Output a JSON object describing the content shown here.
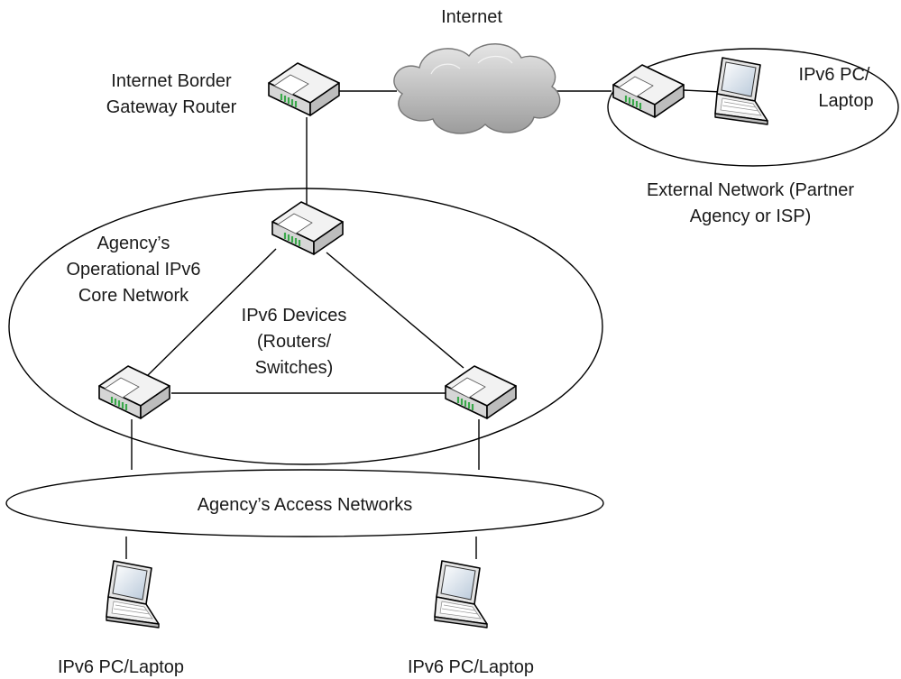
{
  "labels": {
    "internet": "Internet",
    "border_router_1": "Internet Border",
    "border_router_2": "Gateway Router",
    "external_pc_1": "IPv6 PC/",
    "external_pc_2": "Laptop",
    "external_network_1": "External Network (Partner",
    "external_network_2": "Agency or ISP)",
    "core_network_1": "Agency’s",
    "core_network_2": "Operational IPv6",
    "core_network_3": "Core Network",
    "devices_1": "IPv6 Devices",
    "devices_2": "(Routers/",
    "devices_3": "Switches)",
    "access_networks": "Agency’s Access Networks",
    "pc_left": "IPv6 PC/Laptop",
    "pc_right": "IPv6 PC/Laptop"
  },
  "icons": {
    "router": "router-icon",
    "laptop": "laptop-icon",
    "cloud": "cloud-icon"
  },
  "colors": {
    "line": "#000000",
    "router_body": "#e8e8e8",
    "router_led": "#4caf50",
    "cloud_fill": "#c8c8c8",
    "laptop_screen": "#dfe8f2"
  }
}
